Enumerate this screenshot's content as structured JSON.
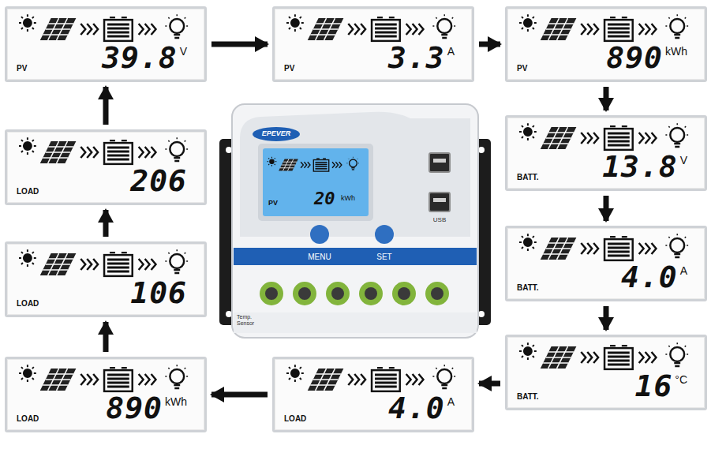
{
  "diagram": {
    "nodes": [
      {
        "text": [
          "PV",
          "39.8",
          "V"
        ]
      },
      {
        "text": [
          "PV",
          "3.3",
          "A"
        ]
      },
      {
        "text": [
          "PV",
          "890",
          "kWh"
        ]
      },
      {
        "text": [
          "BATT.",
          "13.8",
          "V"
        ]
      },
      {
        "text": [
          "BATT.",
          "4.0",
          "A"
        ]
      },
      {
        "text": [
          "BATT.",
          "16",
          "°C"
        ]
      },
      {
        "text": [
          "LOAD",
          "4.0",
          "A"
        ]
      },
      {
        "text": [
          "LOAD",
          "890",
          "kWh"
        ]
      },
      {
        "text": [
          "LOAD",
          "106"
        ]
      },
      {
        "text": [
          "LOAD",
          "206"
        ]
      },
      {
        "text": [
          "EPEVER"
        ]
      }
    ],
    "edges": [
      {
        "from": 0,
        "to": 1,
        "arrow": "to"
      },
      {
        "from": 1,
        "to": 2,
        "arrow": "to"
      },
      {
        "from": 2,
        "to": 3,
        "arrow": "to"
      },
      {
        "from": 3,
        "to": 4,
        "arrow": "to"
      },
      {
        "from": 4,
        "to": 5,
        "arrow": "to"
      },
      {
        "from": 5,
        "to": 6,
        "arrow": "to"
      },
      {
        "from": 6,
        "to": 7,
        "arrow": "to"
      },
      {
        "from": 7,
        "to": 8,
        "arrow": "to"
      },
      {
        "from": 8,
        "to": 9,
        "arrow": "to"
      },
      {
        "from": 9,
        "to": 0,
        "arrow": "to"
      }
    ],
    "labels": [
      "PV",
      "20",
      "kWh",
      "MENU",
      "SET",
      "USB",
      "Temp. Sensor"
    ]
  }
}
